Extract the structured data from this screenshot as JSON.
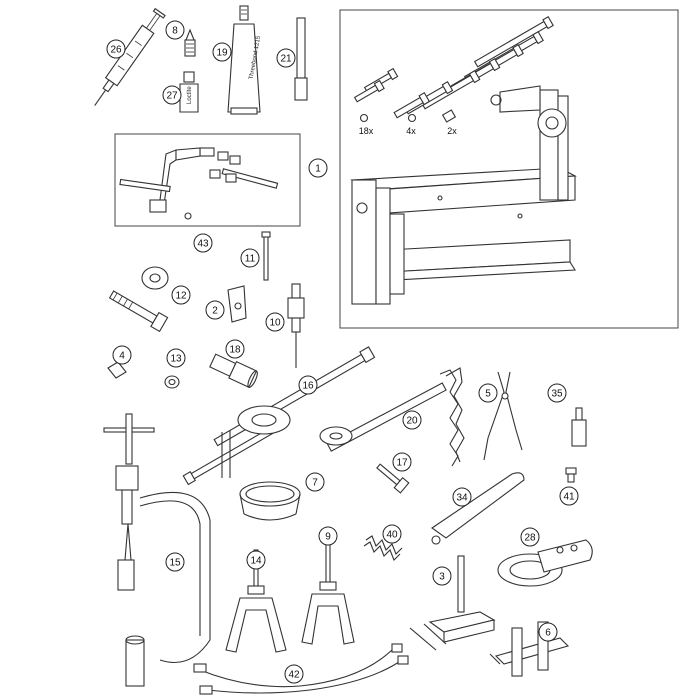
{
  "diagram": {
    "callouts": {
      "c1": "1",
      "c2": "2",
      "c3": "3",
      "c4": "4",
      "c5": "5",
      "c6": "6",
      "c7": "7",
      "c8": "8",
      "c9": "9",
      "c10": "10",
      "c11": "11",
      "c12": "12",
      "c13": "13",
      "c14": "14",
      "c15": "15",
      "c16": "16",
      "c17": "17",
      "c18": "18",
      "c19": "19",
      "c20": "20",
      "c21": "21",
      "c26": "26",
      "c27": "27",
      "c28": "28",
      "c34": "34",
      "c35": "35",
      "c40": "40",
      "c41": "41",
      "c42": "42",
      "c43": "43"
    },
    "quantities": {
      "q18": "18x",
      "q4": "4x",
      "q2": "2x"
    },
    "tube_label_19": "Threebond 1215",
    "tube_label_27": "Loctite"
  }
}
